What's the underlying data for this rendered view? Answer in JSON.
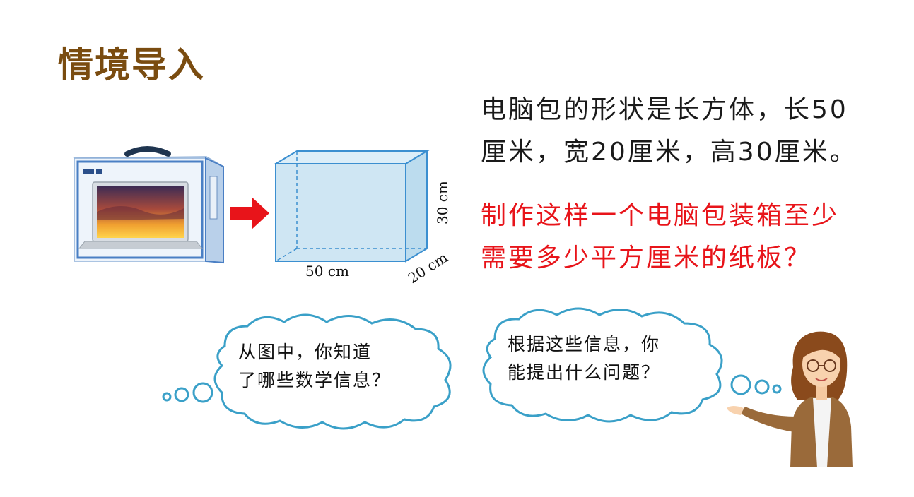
{
  "page": {
    "title": "情境导入"
  },
  "problem": {
    "info_lines": [
      "电脑包的形状是长方体，长50",
      "厘米，宽20厘米，高30厘米。"
    ],
    "question_lines": [
      "制作这样一个电脑包装箱至少",
      "需要多少平方厘米的纸板？"
    ]
  },
  "figure": {
    "length_label": "50 cm",
    "width_label": "20 cm",
    "height_label": "30 cm"
  },
  "bubbles": [
    {
      "lines": [
        "从图中，你知道",
        "了哪些数学信息？"
      ]
    },
    {
      "lines": [
        "根据这些信息，你",
        "能提出什么问题？"
      ]
    }
  ],
  "colors": {
    "title": "#7a4c10",
    "question": "#e8141a",
    "bubble_stroke": "#3aa0c8",
    "cuboid_fill": "#cfe6f3",
    "cuboid_stroke": "#3b8fd0",
    "arrow": "#e8141a"
  }
}
